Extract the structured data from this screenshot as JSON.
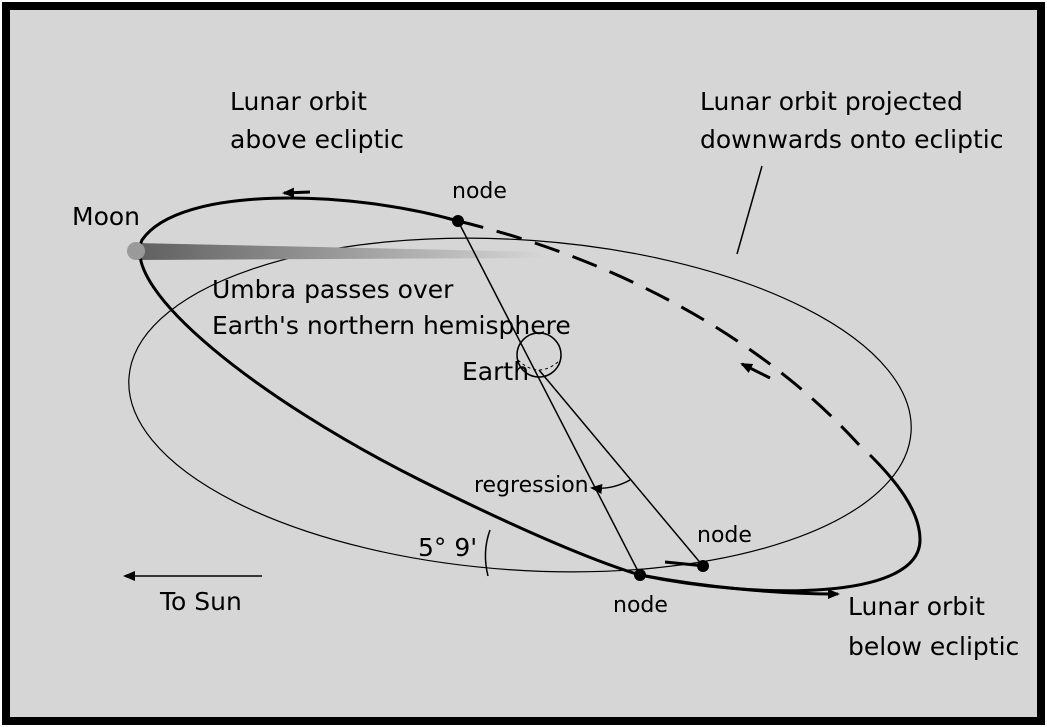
{
  "labels": {
    "orbit_above_1": "Lunar orbit",
    "orbit_above_2": "above ecliptic",
    "projected_1": "Lunar orbit projected",
    "projected_2": "downwards onto ecliptic",
    "moon": "Moon",
    "node_top": "node",
    "umbra_1": "Umbra passes over",
    "umbra_2": "Earth's northern hemisphere",
    "earth": "Earth",
    "regression": "regression",
    "angle": "5° 9'",
    "node_right": "node",
    "node_bottom": "node",
    "to_sun": "To Sun",
    "orbit_below_1": "Lunar orbit",
    "orbit_below_2": "below ecliptic"
  },
  "colors": {
    "background": "#d6d6d6",
    "frame": "#000000",
    "ink": "#000000",
    "moon": "#9a9a9a",
    "umbra_start": "#5f5f5f",
    "umbra_end": "#d6d6d6"
  }
}
